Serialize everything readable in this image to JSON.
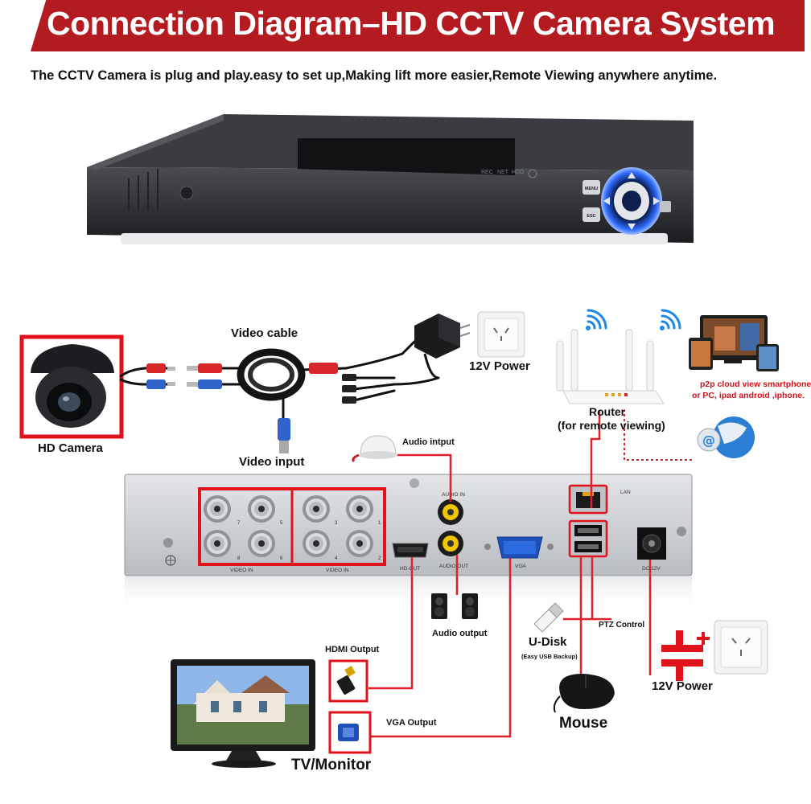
{
  "header": {
    "title": "Connection Diagram–HD CCTV Camera System",
    "subtitle": "The CCTV Camera is plug and play.easy to set up,Making lift more easier,Remote Viewing anywhere anytime."
  },
  "dvr_front": {
    "indicators": [
      "REC",
      "NET",
      "HDD"
    ],
    "buttons": [
      "MENU",
      "ESC"
    ]
  },
  "labels": {
    "video_cable": "Video cable",
    "power_top": "12V Power",
    "hd_camera": "HD Camera",
    "video_input": "Video input",
    "audio_input": "Audio intput",
    "router": "Router",
    "router_sub": "(for remote viewing)",
    "p2p_line1": "p2p cloud  view smartphone",
    "p2p_line2": "or PC, ipad android ,iphone.",
    "audio_output": "Audio output",
    "ptz_control": "PTZ Control",
    "udisk": "U-Disk",
    "udisk_sub": "(Easy USB Backup)",
    "hdmi_output": "HDMI Output",
    "vga_output": "VGA Output",
    "tv_monitor": "TV/Monitor",
    "mouse": "Mouse",
    "power_bottom": "12V Power"
  },
  "dvr_back": {
    "ports": [
      "VIDEO IN",
      "VIDEO IN",
      "AUDIO IN",
      "AUDIO OUT",
      "HD-OUT",
      "VGA",
      "LAN",
      "DC 12V"
    ],
    "bnc_numbers": [
      "7",
      "5",
      "8",
      "6",
      "3",
      "1",
      "4",
      "2"
    ]
  },
  "colors": {
    "title_bg": "#b31b21",
    "line_red": "#e0202a",
    "dvr_back": "#c9cdd2",
    "dvr_front": "#2b2d31"
  }
}
